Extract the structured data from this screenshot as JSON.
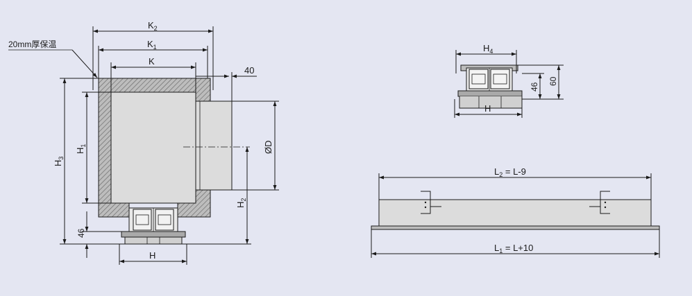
{
  "colors": {
    "background": "#e4e6f2",
    "line": "#1a1a1a",
    "duct_fill": "#dcdcdc",
    "insulation_fill": "#b8b8b8",
    "rail_fill": "#a9a9a9"
  },
  "labels": {
    "insulation_note": "20mm厚保温",
    "k2": "K",
    "k2_sub": "2",
    "k1": "K",
    "k1_sub": "1",
    "k": "K",
    "forty": "40",
    "h3": "H",
    "h3_sub": "3",
    "h1": "H",
    "h1_sub": "1",
    "h2": "H",
    "h2_sub": "2",
    "od": "ØD",
    "left_46": "46",
    "left_h": "H",
    "h4": "H",
    "h4_sub": "4",
    "top_46": "46",
    "top_60": "60",
    "top_h": "H",
    "l2": "L",
    "l2_sub": "2",
    "l2_tail": " = L-9",
    "l1": "L",
    "l1_sub": "1",
    "l1_tail": " = L+10"
  }
}
